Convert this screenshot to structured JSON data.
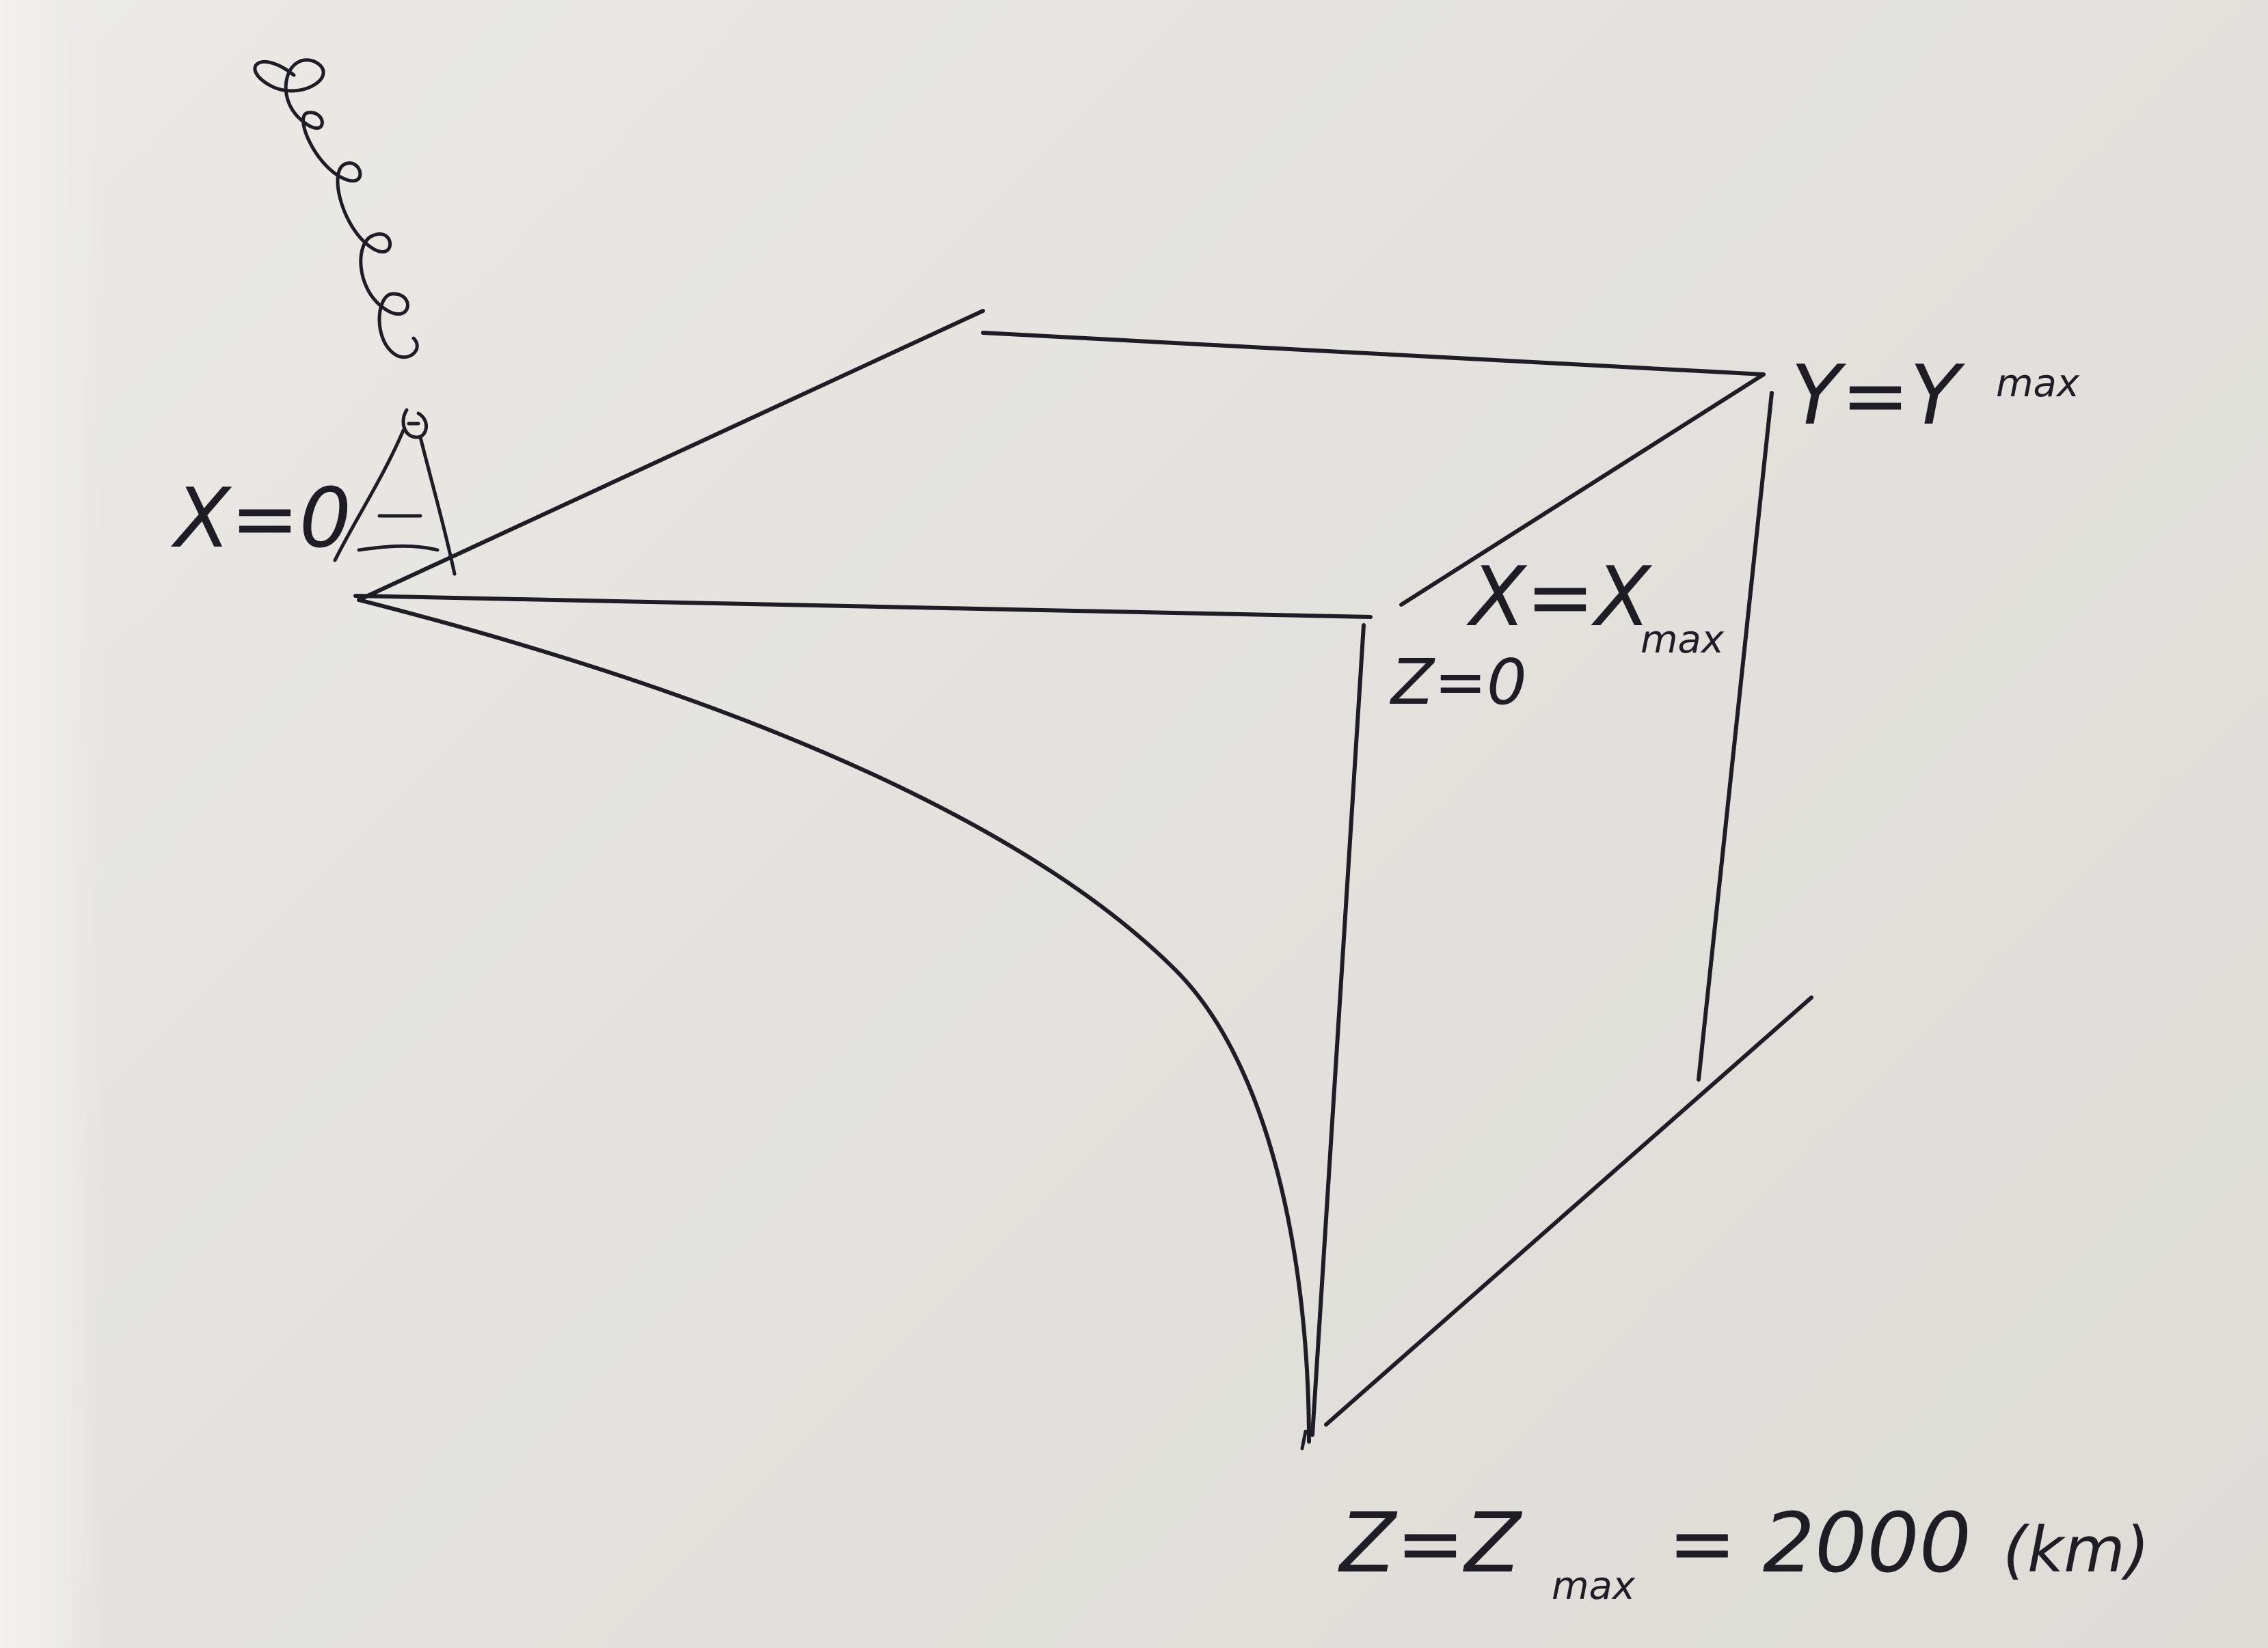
{
  "labels": {
    "x_zero": "X=0",
    "y_max": "Y=Y",
    "y_max_sub": "max",
    "x_max": "X=X",
    "x_max_sub": "max",
    "z_zero": "Z=0",
    "z_max": "Z=Z",
    "z_max_sub": "max",
    "z_max_value": "= 2000",
    "z_max_unit": "(km)"
  },
  "ink_color": "#1e1d24",
  "icons": {
    "observer": "eye-icon"
  }
}
